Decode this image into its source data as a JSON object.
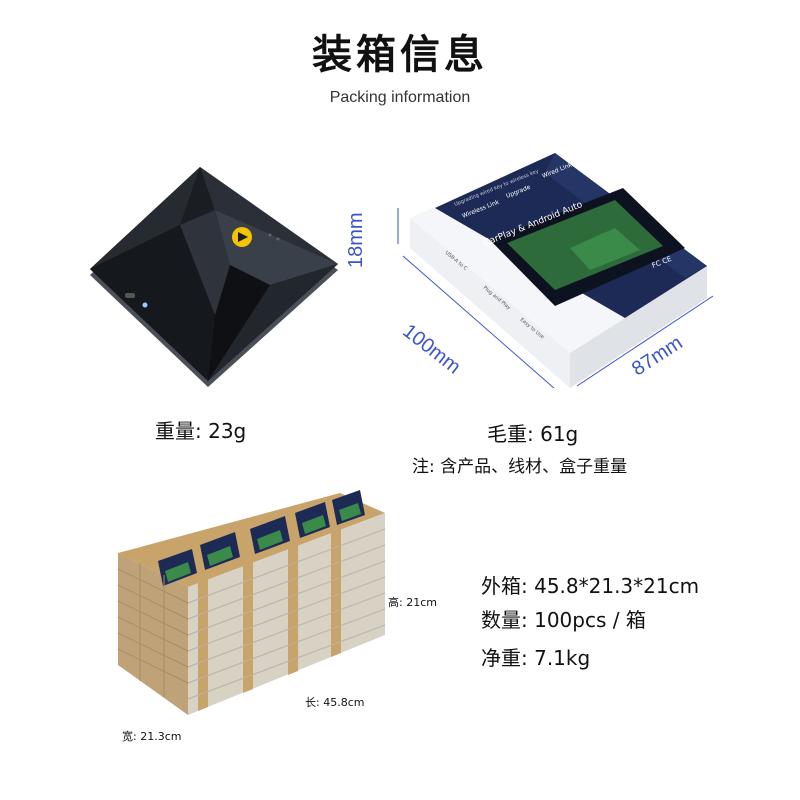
{
  "header": {
    "title": "装箱信息",
    "subtitle": "Packing information"
  },
  "device": {
    "weight_label": "重量: 23g"
  },
  "retail_box": {
    "dim_height": "18mm",
    "dim_length": "100mm",
    "dim_width": "87mm",
    "gross_weight": "毛重:  61g",
    "note": "注:  含产品、线材、盒子重量",
    "front_text": "CarPlay & Android Auto",
    "feature_wireless": "Wireless Link",
    "feature_upgrade": "Upgrade",
    "feature_wired": "Wired Link",
    "top_caption": "Upgrading wired key to wireless key",
    "side_plug": "Plug and Play",
    "side_usb": "USB-A to C",
    "side_easy": "Easy to Use",
    "cert_marks": "FC CE"
  },
  "carton": {
    "outer_box": "外箱:   45.8*21.3*21cm",
    "quantity": "数量:  100pcs / 箱",
    "net_weight": "净重:  7.1kg",
    "label_height": "高:  21cm",
    "label_length": "长:  45.8cm",
    "label_width": "宽:   21.3cm"
  },
  "colors": {
    "dimension_blue": "#3a55c8",
    "device_body": "#1a1d22",
    "logo_yellow": "#f5c400",
    "carton_kraft": "#c9a46a",
    "box_navy": "#1c2a55"
  }
}
